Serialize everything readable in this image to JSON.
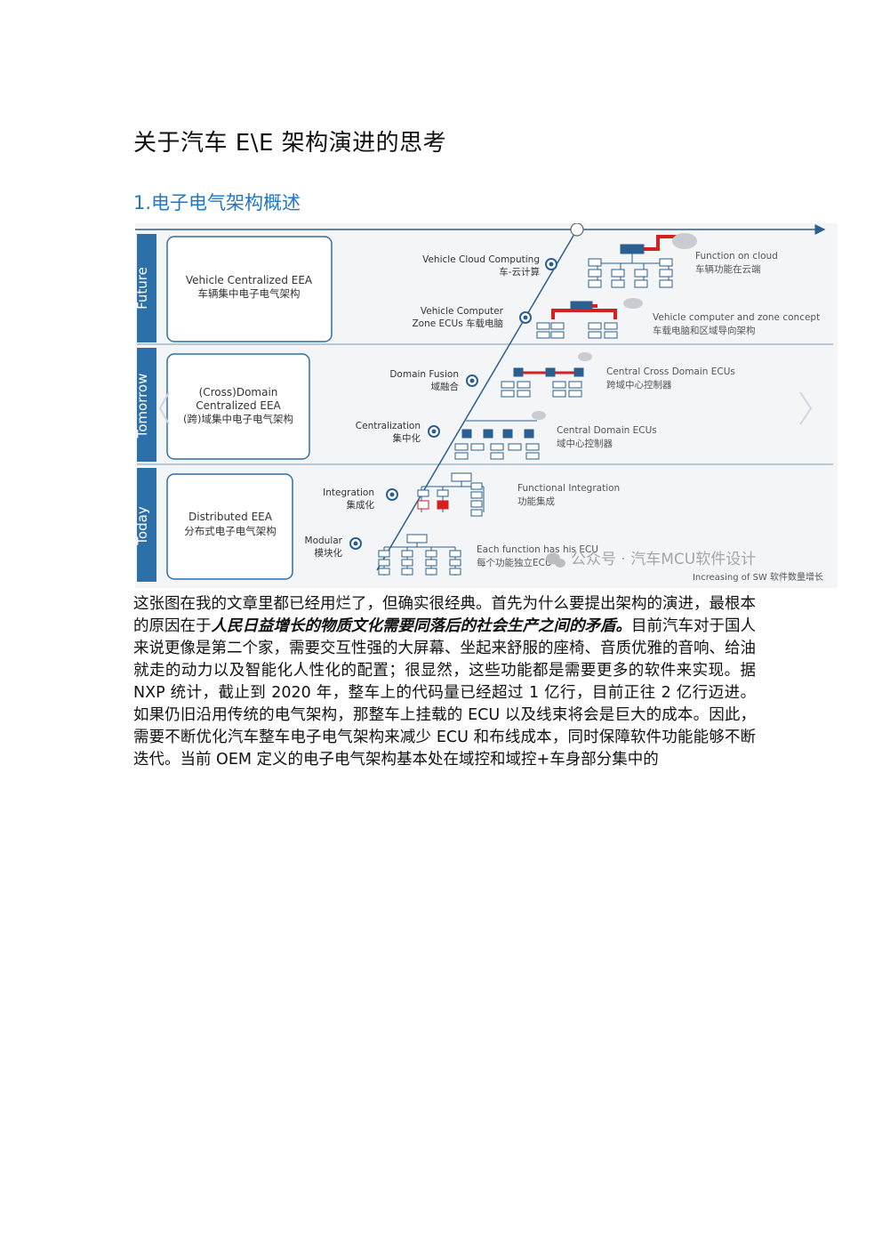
{
  "title": "关于汽车 E\\E 架构演进的思考",
  "section_heading": "1.电子电气架构概述",
  "figure": {
    "rows": [
      {
        "label": "Future",
        "box_en": "Vehicle Centralized EEA",
        "box_cn": "车辆集中电子电气架构"
      },
      {
        "label": "Tomorrow",
        "box_en1": "(Cross)Domain",
        "box_en2": "Centralized EEA",
        "box_cn": "(跨)域集中电子电气架构"
      },
      {
        "label": "Today",
        "box_en": "Distributed EEA",
        "box_cn": "分布式电子电气架构"
      }
    ],
    "stages": [
      {
        "en": "Vehicle Cloud Computing",
        "cn": "车-云计算"
      },
      {
        "en1": "Vehicle Computer",
        "en2": "Zone ECUs 车载电脑"
      },
      {
        "en": "Domain Fusion",
        "cn": "域融合"
      },
      {
        "en": "Centralization",
        "cn": "集中化"
      },
      {
        "en": "Integration",
        "cn": "集成化"
      },
      {
        "en": "Modular",
        "cn": "模块化"
      }
    ],
    "descriptions": [
      {
        "en": "Function on cloud",
        "cn": "车辆功能在云端"
      },
      {
        "en": "Vehicle computer and zone concept",
        "cn": "车载电脑和区域导向架构"
      },
      {
        "en": "Central Cross Domain ECUs",
        "cn": "跨域中心控制器"
      },
      {
        "en": "Central Domain ECUs",
        "cn": "域中心控制器"
      },
      {
        "en": "Functional Integration",
        "cn": "功能集成"
      },
      {
        "en": "Each function has his ECU",
        "cn": "每个功能独立ECU"
      }
    ],
    "watermark": "公众号 · 汽车MCU软件设计",
    "axis_caption": "Increasing of SW 软件数量增长"
  },
  "paragraph": {
    "part1": "这张图在我的文章里都已经用烂了，但确实很经典。首先为什么要提出架构的演进，最根本的原因在于",
    "emphasis": "人民日益增长的物质文化需要同落后的社会生产之间的矛盾。",
    "part2": "目前汽车对于国人来说更像是第二个家，需要交互性强的大屏幕、坐起来舒服的座椅、音质优雅的音响、给油就走的动力以及智能化人性化的配置；很显然，这些功能都是需要更多的软件来实现。据 NXP 统计，截止到 2020 年，整车上的代码量已经超过 1 亿行，目前正往 2 亿行迈进。如果仍旧沿用传统的电气架构，那整车上挂载的 ECU 以及线束将会是巨大的成本。因此，需要不断优化汽车整车电子电气架构来减少 ECU 和布线成本，同时保障软件功能能够不断迭代。当前 OEM 定义的电子电气架构基本处在域控和域控+车身部分集中的"
  },
  "colors": {
    "accent_blue": "#1f78c8",
    "row_label_bg": "#2d6fa8",
    "stage_dot": "#2b5f8f",
    "wire_red": "#d42020"
  }
}
